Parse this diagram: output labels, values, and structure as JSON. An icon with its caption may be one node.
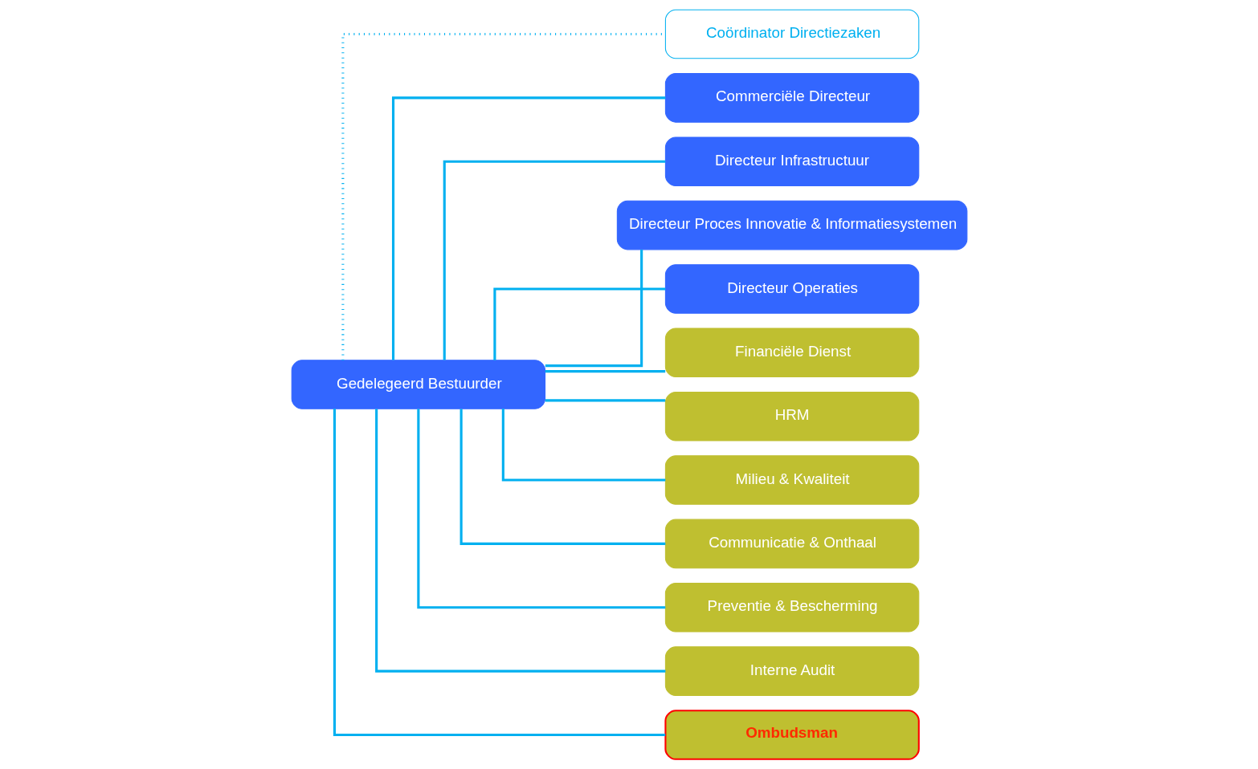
{
  "diagram": {
    "nodes": [
      {
        "text": [
          "Gedelegeerd Bestuurder"
        ]
      },
      {
        "text": [
          "Coördinator Directiezaken"
        ]
      },
      {
        "text": [
          "Commerciële Directeur"
        ]
      },
      {
        "text": [
          "Directeur Infrastructuur"
        ]
      },
      {
        "text": [
          "Directeur Proces Innovatie & Informatiesystemen"
        ]
      },
      {
        "text": [
          "Directeur Operaties"
        ]
      },
      {
        "text": [
          "Financiële Dienst"
        ]
      },
      {
        "text": [
          "HRM"
        ]
      },
      {
        "text": [
          "Milieu & Kwaliteit"
        ]
      },
      {
        "text": [
          "Communicatie & Onthaal"
        ]
      },
      {
        "text": [
          "Preventie & Bescherming"
        ]
      },
      {
        "text": [
          "Interne Audit"
        ]
      },
      {
        "text": [
          "Ombudsman"
        ]
      }
    ],
    "edges": [
      {
        "from": 0,
        "to": 1,
        "arrow": "none",
        "style": "dashed"
      },
      {
        "from": 0,
        "to": 2,
        "arrow": "none"
      },
      {
        "from": 0,
        "to": 3,
        "arrow": "none"
      },
      {
        "from": 0,
        "to": 4,
        "arrow": "none"
      },
      {
        "from": 0,
        "to": 5,
        "arrow": "none"
      },
      {
        "from": 0,
        "to": 6,
        "arrow": "none"
      },
      {
        "from": 0,
        "to": 7,
        "arrow": "none"
      },
      {
        "from": 0,
        "to": 8,
        "arrow": "none"
      },
      {
        "from": 0,
        "to": 9,
        "arrow": "none"
      },
      {
        "from": 0,
        "to": 10,
        "arrow": "none"
      },
      {
        "from": 0,
        "to": 11,
        "arrow": "none"
      },
      {
        "from": 0,
        "to": 12,
        "arrow": "none"
      }
    ]
  }
}
